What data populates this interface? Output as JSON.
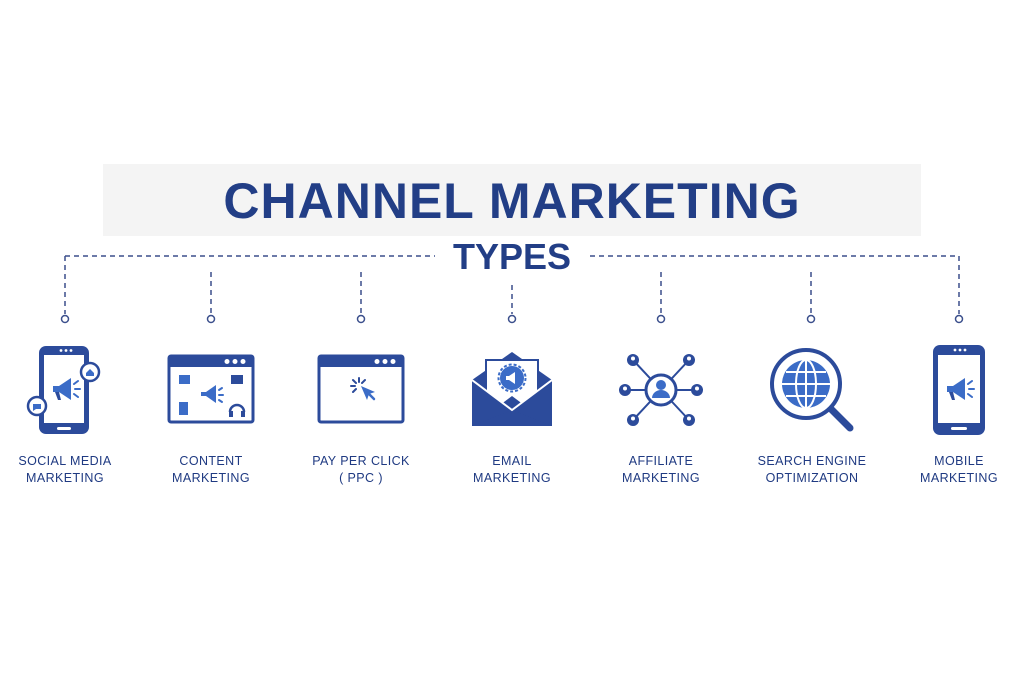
{
  "title": "CHANNEL MARKETING",
  "subtitle": "TYPES",
  "colors": {
    "primary": "#223e86",
    "icon_blue": "#2c4b9b",
    "accent_blue": "#3b6cc7",
    "connector": "#3b4f8c",
    "title_band": "#f4f4f4"
  },
  "channels": [
    {
      "icon": "smartphone-megaphone-icon",
      "line1": "SOCIAL MEDIA",
      "line2": "MARKETING"
    },
    {
      "icon": "browser-content-icon",
      "line1": "CONTENT",
      "line2": "MARKETING"
    },
    {
      "icon": "browser-cursor-icon",
      "line1": "PAY PER CLICK",
      "line2": "( PPC )"
    },
    {
      "icon": "envelope-megaphone-icon",
      "line1": "EMAIL",
      "line2": "MARKETING"
    },
    {
      "icon": "network-people-icon",
      "line1": "AFFILIATE",
      "line2": "MARKETING"
    },
    {
      "icon": "magnifier-globe-icon",
      "line1": "SEARCH ENGINE",
      "line2": "OPTIMIZATION"
    },
    {
      "icon": "mobile-megaphone-icon",
      "line1": "MOBILE",
      "line2": "MARKETING"
    }
  ]
}
